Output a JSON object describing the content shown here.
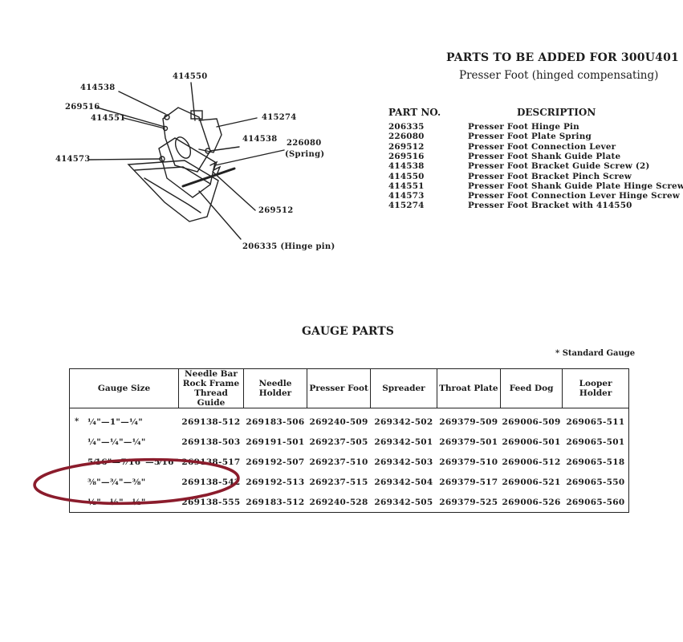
{
  "header": {
    "title": "PARTS TO BE ADDED FOR 300U401",
    "subtitle": "Presser Foot (hinged compensating)"
  },
  "parts_table": {
    "headers": {
      "part_no": "PART NO.",
      "description": "DESCRIPTION"
    },
    "rows": [
      {
        "part_no": "206335",
        "description": "Presser Foot Hinge Pin"
      },
      {
        "part_no": "226080",
        "description": "Presser Foot Plate Spring"
      },
      {
        "part_no": "269512",
        "description": "Presser Foot Connection Lever"
      },
      {
        "part_no": "269516",
        "description": "Presser Foot Shank Guide Plate"
      },
      {
        "part_no": "414538",
        "description": "Presser Foot Bracket Guide Screw (2)"
      },
      {
        "part_no": "414550",
        "description": "Presser Foot Bracket Pinch Screw"
      },
      {
        "part_no": "414551",
        "description": "Presser Foot Shank Guide Plate Hinge Screw"
      },
      {
        "part_no": "414573",
        "description": "Presser Foot Connection Lever Hinge Screw"
      },
      {
        "part_no": "415274",
        "description": "Presser Foot Bracket with 414550"
      }
    ]
  },
  "diagram": {
    "callouts": {
      "c414550": "414550",
      "c414538a": "414538",
      "c269516": "269516",
      "c414551": "414551",
      "c415274": "415274",
      "c414538b": "414538",
      "c226080": "226080",
      "c_spring": "(Spring)",
      "c414573": "414573",
      "c269512": "269512",
      "c206335": "206335 (Hinge pin)"
    }
  },
  "gauge": {
    "title": "GAUGE PARTS",
    "standard_note": "* Standard Gauge",
    "star": "*",
    "columns": [
      "Gauge Size",
      "Needle Bar Rock Frame Thread Guide",
      "Needle Holder",
      "Presser Foot",
      "Spreader",
      "Throat Plate",
      "Feed Dog",
      "Looper Holder"
    ],
    "rows": [
      {
        "size": "¼\"—1\"—¼\"",
        "standard": true,
        "parts": [
          "269138-512",
          "269183-506",
          "269240-509",
          "269342-502",
          "269379-509",
          "269006-509",
          "269065-511"
        ]
      },
      {
        "size": "¼\"—¼\"—¼\"",
        "standard": false,
        "parts": [
          "269138-503",
          "269191-501",
          "269237-505",
          "269342-501",
          "269379-501",
          "269006-501",
          "269065-501"
        ]
      },
      {
        "size": "5⁄16\"—7⁄16\"—5⁄16\"",
        "standard": false,
        "parts": [
          "269138-517",
          "269192-507",
          "269237-510",
          "269342-503",
          "269379-510",
          "269006-512",
          "269065-518"
        ]
      },
      {
        "size": "⅜\"—¾\"—⅜\"",
        "standard": false,
        "parts": [
          "269138-542",
          "269192-513",
          "269237-515",
          "269342-504",
          "269379-517",
          "269006-521",
          "269065-550"
        ]
      },
      {
        "size": "½\"—½\"—½\"",
        "standard": false,
        "parts": [
          "269138-555",
          "269183-512",
          "269240-528",
          "269342-505",
          "269379-525",
          "269006-526",
          "269065-560"
        ]
      }
    ],
    "highlight_color": "#8b1c2c"
  }
}
